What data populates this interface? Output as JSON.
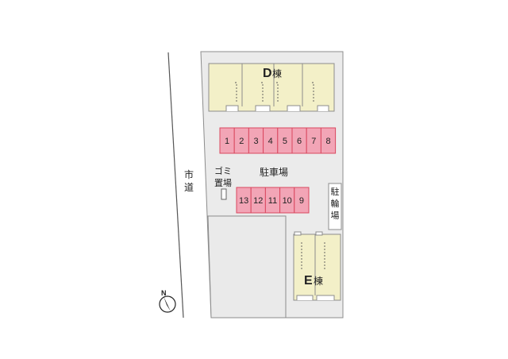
{
  "road": {
    "label_chars": [
      "市",
      "道"
    ]
  },
  "buildings": {
    "d": {
      "letter": "D",
      "suffix": "棟"
    },
    "e": {
      "letter": "E",
      "suffix": "棟"
    }
  },
  "parking": {
    "label": "駐車場",
    "row_top": [
      "1",
      "2",
      "3",
      "4",
      "5",
      "6",
      "7",
      "8"
    ],
    "row_bottom": [
      "13",
      "12",
      "11",
      "10",
      "9"
    ],
    "stall_color": "#f2a5b6",
    "stall_border": "#d9485f"
  },
  "garbage": {
    "line1": "ゴミ",
    "line2": "置場"
  },
  "bicycle": {
    "chars": [
      "駐",
      "輪",
      "場"
    ]
  },
  "compass": {
    "label": "N"
  },
  "colors": {
    "lot": "#ebebeb",
    "building": "#f3f0c8",
    "outline": "#8c8c8c"
  }
}
